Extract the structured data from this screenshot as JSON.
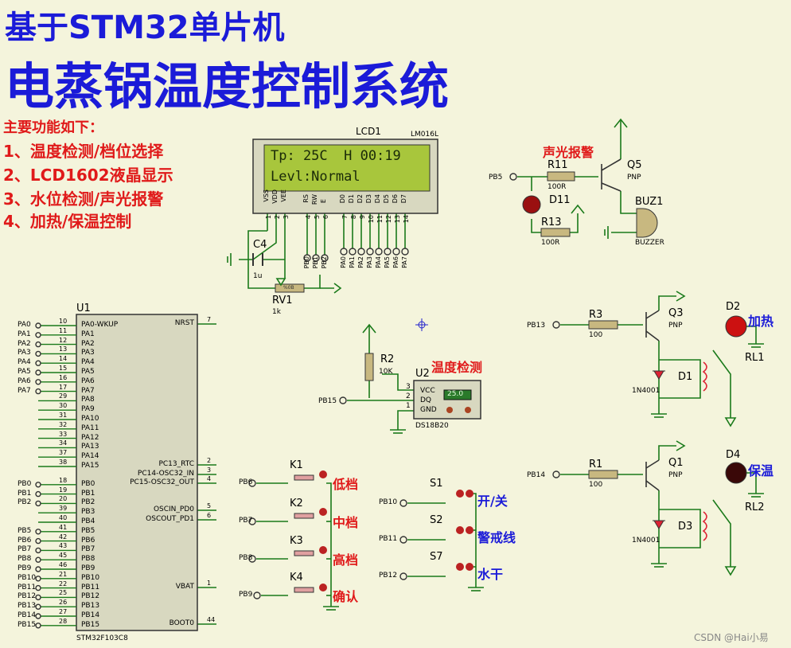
{
  "title": {
    "line1": "基于STM32单片机",
    "line2": "电蒸锅温度控制系统"
  },
  "features": {
    "heading": "主要功能如下：",
    "items": [
      "1、温度检测/档位选择",
      "2、LCD1602液晶显示",
      "3、水位检测/声光报警",
      "4、加热/保温控制"
    ]
  },
  "lcd": {
    "ref": "LCD1",
    "model": "LM016L",
    "line1": "Tp: 25C  H 00:19",
    "line2": "Levl:Normal",
    "pins": [
      "VSS",
      "VDD",
      "VEE",
      "RS",
      "RW",
      "E",
      "D0",
      "D1",
      "D2",
      "D3",
      "D4",
      "D5",
      "D6",
      "D7"
    ],
    "pin_numbers": [
      "1",
      "2",
      "3",
      "4",
      "5",
      "6",
      "7",
      "8",
      "9",
      "10",
      "11",
      "12",
      "13",
      "14"
    ],
    "bottom_labels": [
      "PB0",
      "PB1",
      "PB2",
      "PA0",
      "PA1",
      "PA2",
      "PA3",
      "PA4",
      "PA5",
      "PA6",
      "PA7"
    ]
  },
  "c4": {
    "ref": "C4",
    "value": "1u"
  },
  "rv1": {
    "ref": "RV1",
    "value": "1k",
    "body": "%0B"
  },
  "mcu": {
    "ref": "U1",
    "model": "STM32F103C8",
    "left_pins": [
      {
        "net": "PA0",
        "num": "10",
        "name": "PA0-WKUP"
      },
      {
        "net": "PA1",
        "num": "11",
        "name": "PA1"
      },
      {
        "net": "PA2",
        "num": "12",
        "name": "PA2"
      },
      {
        "net": "PA3",
        "num": "13",
        "name": "PA3"
      },
      {
        "net": "PA4",
        "num": "14",
        "name": "PA4"
      },
      {
        "net": "PA5",
        "num": "15",
        "name": "PA5"
      },
      {
        "net": "PA6",
        "num": "16",
        "name": "PA6"
      },
      {
        "net": "PA7",
        "num": "17",
        "name": "PA7"
      },
      {
        "net": "",
        "num": "29",
        "name": "PA8"
      },
      {
        "net": "",
        "num": "30",
        "name": "PA9"
      },
      {
        "net": "",
        "num": "31",
        "name": "PA10"
      },
      {
        "net": "",
        "num": "32",
        "name": "PA11"
      },
      {
        "net": "",
        "num": "33",
        "name": "PA12"
      },
      {
        "net": "",
        "num": "34",
        "name": "PA13"
      },
      {
        "net": "",
        "num": "37",
        "name": "PA14"
      },
      {
        "net": "",
        "num": "38",
        "name": "PA15"
      },
      {
        "net": "PB0",
        "num": "18",
        "name": "PB0"
      },
      {
        "net": "PB1",
        "num": "19",
        "name": "PB1"
      },
      {
        "net": "PB2",
        "num": "20",
        "name": "PB2"
      },
      {
        "net": "",
        "num": "39",
        "name": "PB3"
      },
      {
        "net": "",
        "num": "40",
        "name": "PB4"
      },
      {
        "net": "PB5",
        "num": "41",
        "name": "PB5"
      },
      {
        "net": "PB6",
        "num": "42",
        "name": "PB6"
      },
      {
        "net": "PB7",
        "num": "43",
        "name": "PB7"
      },
      {
        "net": "PB8",
        "num": "45",
        "name": "PB8"
      },
      {
        "net": "PB9",
        "num": "46",
        "name": "PB9"
      },
      {
        "net": "PB10",
        "num": "21",
        "name": "PB10"
      },
      {
        "net": "PB11",
        "num": "22",
        "name": "PB11"
      },
      {
        "net": "PB12",
        "num": "25",
        "name": "PB12"
      },
      {
        "net": "PB13",
        "num": "26",
        "name": "PB13"
      },
      {
        "net": "PB14",
        "num": "27",
        "name": "PB14"
      },
      {
        "net": "PB15",
        "num": "28",
        "name": "PB15"
      }
    ],
    "right_pins": [
      {
        "num": "7",
        "name": "NRST"
      },
      {
        "num": "2",
        "name": "PC13_RTC"
      },
      {
        "num": "3",
        "name": "PC14-OSC32_IN"
      },
      {
        "num": "4",
        "name": "PC15-OSC32_OUT"
      },
      {
        "num": "5",
        "name": "OSCIN_PD0"
      },
      {
        "num": "6",
        "name": "OSCOUT_PD1"
      },
      {
        "num": "1",
        "name": "VBAT"
      },
      {
        "num": "44",
        "name": "BOOT0"
      }
    ]
  },
  "alarm": {
    "label": "声光报警",
    "r11": "R11",
    "r11v": "100R",
    "r13": "R13",
    "r13v": "100R",
    "d11": "D11",
    "q5": "Q5",
    "q5t": "PNP",
    "buz": "BUZ1",
    "buzt": "BUZZER",
    "net": "PB5"
  },
  "sensor": {
    "r2": "R2",
    "r2v": "10K",
    "u2": "U2",
    "model": "DS18B20",
    "label": "温度检测",
    "display": "25.0",
    "vcc": "VCC",
    "dq": "DQ",
    "gnd": "GND",
    "net": "PB15",
    "p3": "3",
    "p2": "2",
    "p1": "1"
  },
  "keys": [
    {
      "ref": "K1",
      "net": "PB6",
      "label": "低档"
    },
    {
      "ref": "K2",
      "net": "PB7",
      "label": "中档"
    },
    {
      "ref": "K3",
      "net": "PB8",
      "label": "高档"
    },
    {
      "ref": "K4",
      "net": "PB9",
      "label": "确认"
    }
  ],
  "switches": [
    {
      "ref": "S1",
      "net": "PB10",
      "label": "开/关"
    },
    {
      "ref": "S2",
      "net": "PB11",
      "label": "警戒线"
    },
    {
      "ref": "S7",
      "net": "PB12",
      "label": "水干"
    }
  ],
  "heat": {
    "r": "R3",
    "rv": "100",
    "q": "Q3",
    "qt": "PNP",
    "d": "D1",
    "dt": "1N4001",
    "led": "D2",
    "rl": "RL1",
    "label": "加热",
    "net": "PB13"
  },
  "keep": {
    "r": "R1",
    "rv": "100",
    "q": "Q1",
    "qt": "PNP",
    "d": "D3",
    "dt": "1N4001",
    "led": "D4",
    "rl": "RL2",
    "label": "保温",
    "net": "PB14"
  },
  "watermark": "CSDN @Hai小易"
}
